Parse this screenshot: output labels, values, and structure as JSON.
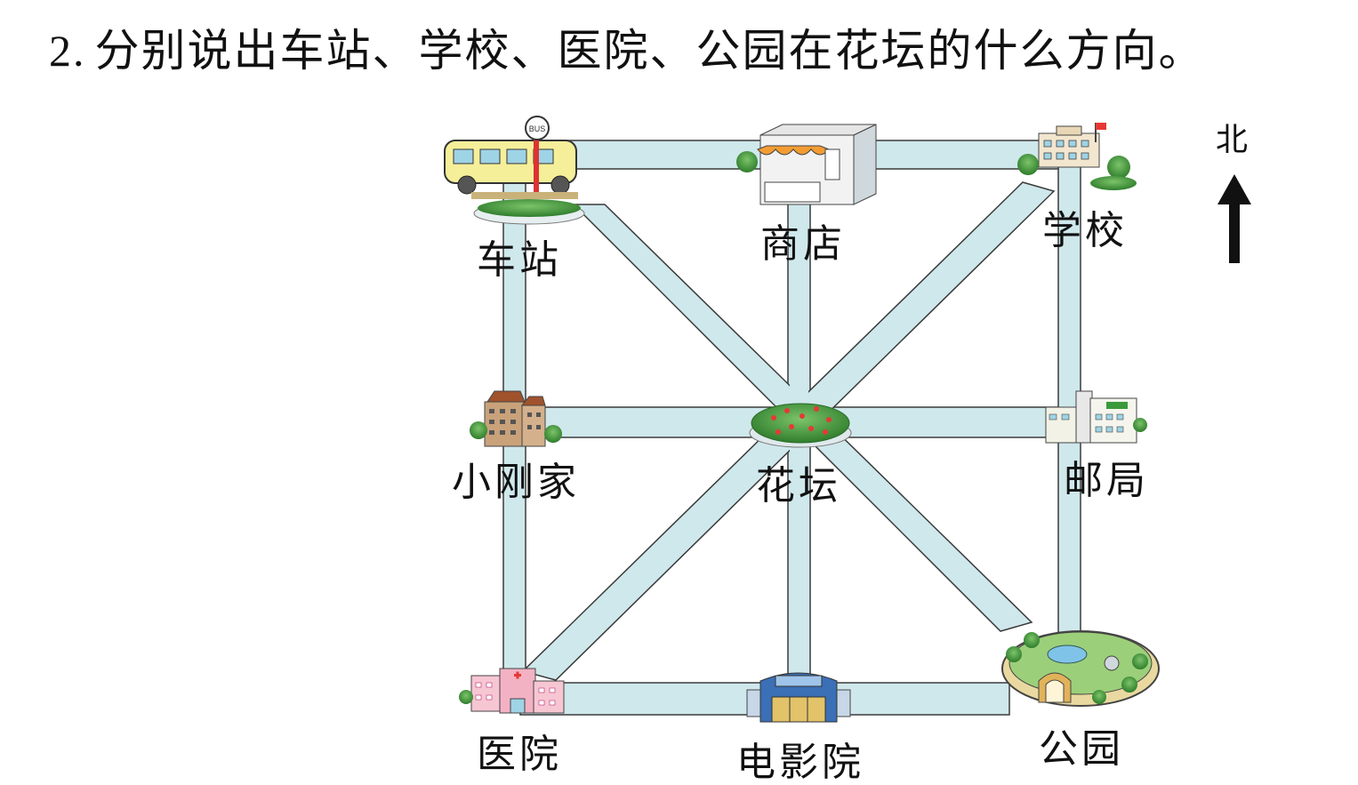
{
  "question": {
    "number": "2.",
    "text": "分别说出车站、学校、医院、公园在花坛的什么方向。"
  },
  "compass": {
    "north_label": "北"
  },
  "places": {
    "station": "车站",
    "shop": "商店",
    "school": "学校",
    "home": "小刚家",
    "flowerbed": "花坛",
    "post_office": "邮局",
    "hospital": "医院",
    "cinema": "电影院",
    "park": "公园"
  },
  "icons": {
    "station": "bus-stop-icon",
    "shop": "shop-icon",
    "school": "school-icon",
    "home": "apartment-icon",
    "flowerbed": "flowerbed-icon",
    "post_office": "post-office-icon",
    "hospital": "hospital-icon",
    "cinema": "cinema-icon",
    "park": "park-icon"
  },
  "colors": {
    "road": "#cfe8ec",
    "road_edge": "#3a3a3a",
    "green": "#3f9a3a",
    "text": "#111111"
  }
}
